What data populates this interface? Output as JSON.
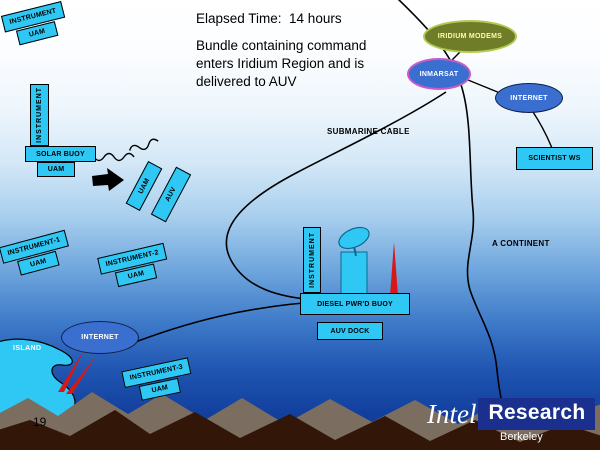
{
  "header": {
    "elapsed_time": "Elapsed Time:  14 hours",
    "description": "Bundle containing command enters Iridium Region and is delivered to AUV"
  },
  "network": {
    "iridium_modems": "IRIDIUM MODEMS",
    "inmarsat": "INMARSAT",
    "internet": "INTERNET",
    "scientist_ws": "SCIENTIST WS"
  },
  "map": {
    "submarine_cable": "SUBMARINE CABLE",
    "continent": "A CONTINENT",
    "island": "ISLAND",
    "island_internet": "INTERNET"
  },
  "nodes": {
    "instrument_top": {
      "label": "INSTRUMENT",
      "uam": "UAM"
    },
    "solar_buoy": {
      "instrument": "INSTRUMENT",
      "label": "SOLAR BUOY",
      "uam": "UAM"
    },
    "auv": {
      "uam": "UAM",
      "label": "AUV"
    },
    "instrument_1": {
      "label": "INSTRUMENT-1",
      "uam": "UAM"
    },
    "instrument_2": {
      "label": "INSTRUMENT-2",
      "uam": "UAM"
    },
    "instrument_3": {
      "label": "INSTRUMENT-3",
      "uam": "UAM"
    },
    "diesel_buoy": {
      "instrument": "INSTRUMENT",
      "label": "DIESEL PWR'D BUOY",
      "auv_dock": "AUV DOCK"
    }
  },
  "footer": {
    "page_number": "19",
    "logo": {
      "intel": "Intel",
      "research": "Research",
      "berkeley": "Berkeley"
    }
  },
  "colors": {
    "node_cyan": "#2fc8f5",
    "ellipse_blue": "#3a6fd0",
    "iridium_fill": "#6f7c28",
    "iridium_border": "#b0cc50",
    "iridium_text": "#ffffa8",
    "inmarsat_border": "#c85ac8",
    "line_black": "#000000",
    "red_accent": "#d81818",
    "mountain_dark": "#321709",
    "mountain_light": "#7b6e60",
    "logo_blue": "#1b2f8e"
  }
}
